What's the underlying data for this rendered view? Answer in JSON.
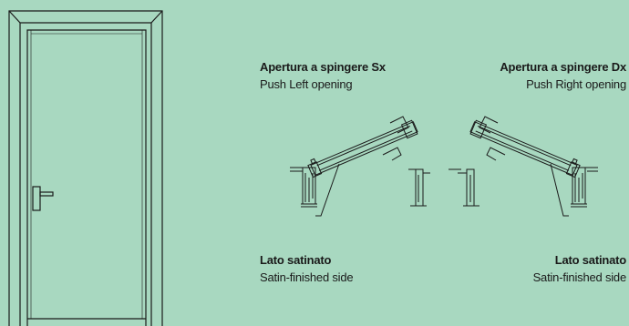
{
  "labels": {
    "push_left": {
      "it": "Apertura a spingere Sx",
      "en": "Push Left opening"
    },
    "push_right": {
      "it": "Apertura a spingere Dx",
      "en": "Push Right opening"
    },
    "satin_left": {
      "it": "Lato satinato",
      "en": "Satin-finished side"
    },
    "satin_right": {
      "it": "Lato satinato",
      "en": "Satin-finished side"
    }
  },
  "colors": {
    "background": "#a8d8c0",
    "line": "#1a1a1a"
  }
}
